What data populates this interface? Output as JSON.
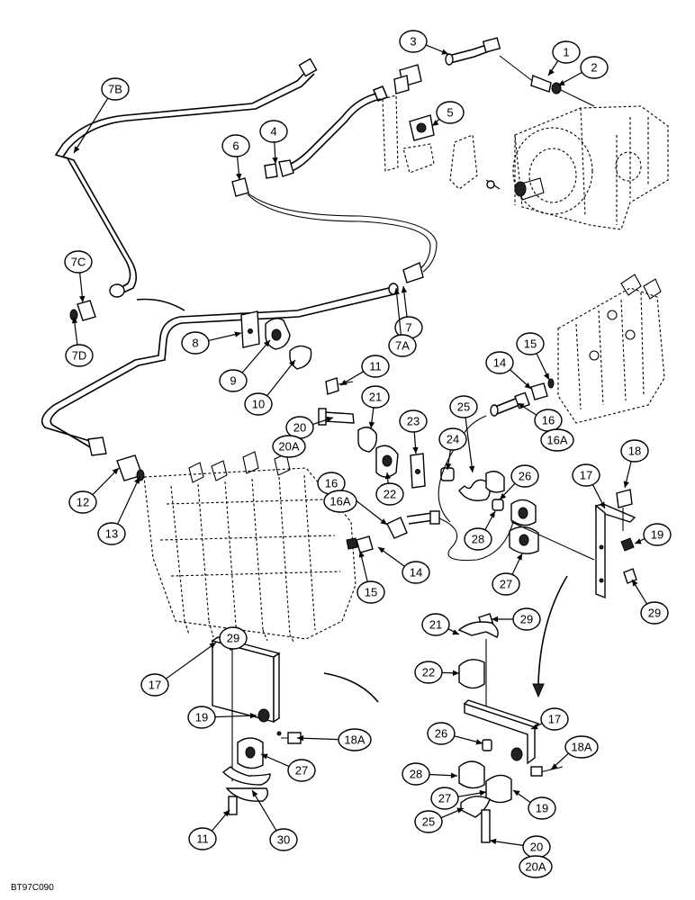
{
  "figure": {
    "drawing_code": "BT97C090"
  },
  "callouts": [
    {
      "label": "1"
    },
    {
      "label": "2"
    },
    {
      "label": "3"
    },
    {
      "label": "4"
    },
    {
      "label": "5"
    },
    {
      "label": "6"
    },
    {
      "label": "7B"
    },
    {
      "label": "7C"
    },
    {
      "label": "7D"
    },
    {
      "label": "7"
    },
    {
      "label": "7A"
    },
    {
      "label": "8"
    },
    {
      "label": "9"
    },
    {
      "label": "10"
    },
    {
      "label": "11"
    },
    {
      "label": "15"
    },
    {
      "label": "14"
    },
    {
      "label": "16"
    },
    {
      "label": "16A"
    },
    {
      "label": "21"
    },
    {
      "label": "25"
    },
    {
      "label": "20"
    },
    {
      "label": "20A"
    },
    {
      "label": "23"
    },
    {
      "label": "24"
    },
    {
      "label": "18"
    },
    {
      "label": "17"
    },
    {
      "label": "26"
    },
    {
      "label": "22"
    },
    {
      "label": "12"
    },
    {
      "label": "13"
    },
    {
      "label": "16"
    },
    {
      "label": "16A"
    },
    {
      "label": "28"
    },
    {
      "label": "19"
    },
    {
      "label": "27"
    },
    {
      "label": "15"
    },
    {
      "label": "14"
    },
    {
      "label": "29"
    },
    {
      "label": "29"
    },
    {
      "label": "17"
    },
    {
      "label": "19"
    },
    {
      "label": "18A"
    },
    {
      "label": "27"
    },
    {
      "label": "30"
    },
    {
      "label": "11"
    },
    {
      "label": "21"
    },
    {
      "label": "29"
    },
    {
      "label": "22"
    },
    {
      "label": "17"
    },
    {
      "label": "26"
    },
    {
      "label": "18A"
    },
    {
      "label": "28"
    },
    {
      "label": "19"
    },
    {
      "label": "27"
    },
    {
      "label": "25"
    },
    {
      "label": "20"
    },
    {
      "label": "20A"
    }
  ]
}
